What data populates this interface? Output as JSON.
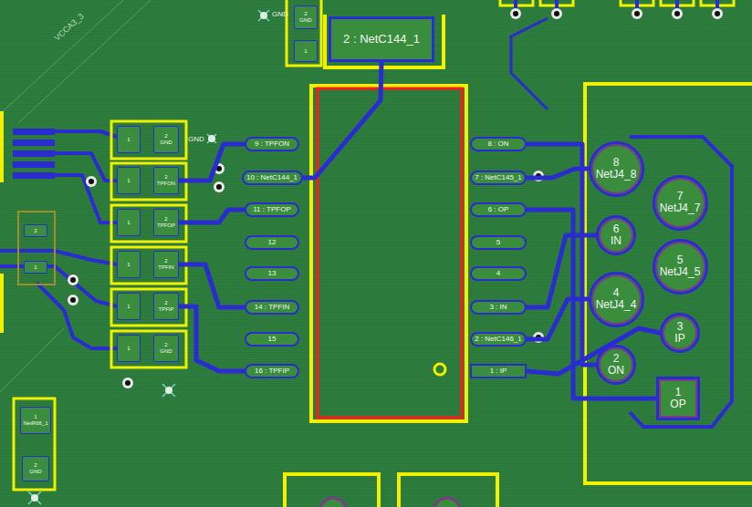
{
  "diagram": {
    "nodes": [
      {
        "text": [
          "2",
          "GND"
        ]
      },
      {
        "text": [
          "1"
        ]
      },
      {
        "text": [
          "2 : NetC144_1"
        ]
      },
      {
        "text": [
          "1"
        ]
      },
      {
        "text": [
          "2",
          "GND"
        ]
      },
      {
        "text": [
          "1"
        ]
      },
      {
        "text": [
          "2",
          "TPFON"
        ]
      },
      {
        "text": [
          "1"
        ]
      },
      {
        "text": [
          "2",
          "TPFOP"
        ]
      },
      {
        "text": [
          "1"
        ]
      },
      {
        "text": [
          "2",
          "TPFIN"
        ]
      },
      {
        "text": [
          "1"
        ]
      },
      {
        "text": [
          "2",
          "TPFIP"
        ]
      },
      {
        "text": [
          "1"
        ]
      },
      {
        "text": [
          "2",
          "GND"
        ]
      },
      {
        "text": [
          "2"
        ]
      },
      {
        "text": [
          "1"
        ]
      },
      {
        "text": [
          "9 : TPFON"
        ]
      },
      {
        "text": [
          "10 : NetC144_1"
        ]
      },
      {
        "text": [
          "11 : TPFOP"
        ]
      },
      {
        "text": [
          "12"
        ]
      },
      {
        "text": [
          "13"
        ]
      },
      {
        "text": [
          "14 : TPFIN"
        ]
      },
      {
        "text": [
          "15"
        ]
      },
      {
        "text": [
          "16 : TPFIP"
        ]
      },
      {
        "text": [
          "8 : ON"
        ]
      },
      {
        "text": [
          "7 : NetC145_1"
        ]
      },
      {
        "text": [
          "6 : OP"
        ]
      },
      {
        "text": [
          "5"
        ]
      },
      {
        "text": [
          "4"
        ]
      },
      {
        "text": [
          "3 : IN"
        ]
      },
      {
        "text": [
          "2 : NetC146_1"
        ]
      },
      {
        "text": [
          "1 : IP"
        ]
      },
      {
        "text": [
          "8",
          "NetJ4_8"
        ]
      },
      {
        "text": [
          "7",
          "NetJ4_7"
        ]
      },
      {
        "text": [
          "6",
          "IN"
        ]
      },
      {
        "text": [
          "5",
          "NetJ4_5"
        ]
      },
      {
        "text": [
          "4",
          "NetJ4_4"
        ]
      },
      {
        "text": [
          "3",
          "IP"
        ]
      },
      {
        "text": [
          "2",
          "ON"
        ]
      },
      {
        "text": [
          "1",
          "OP"
        ]
      },
      {
        "text": [
          "1",
          "NetR66_1"
        ]
      },
      {
        "text": [
          "2",
          "GND"
        ]
      }
    ],
    "edges": [
      {
        "from": 18,
        "to": 2,
        "arrow": "none"
      },
      {
        "from": 6,
        "to": 17,
        "arrow": "none"
      },
      {
        "from": 8,
        "to": 19,
        "arrow": "none"
      },
      {
        "from": 10,
        "to": 22,
        "arrow": "none"
      },
      {
        "from": 12,
        "to": 24,
        "arrow": "none"
      },
      {
        "from": 25,
        "to": 39,
        "arrow": "none"
      },
      {
        "from": 26,
        "to": 33,
        "arrow": "none"
      },
      {
        "from": 27,
        "to": 40,
        "arrow": "none"
      },
      {
        "from": 30,
        "to": 35,
        "arrow": "none"
      },
      {
        "from": 31,
        "to": 37,
        "arrow": "none"
      },
      {
        "from": 32,
        "to": 38,
        "arrow": "none"
      }
    ],
    "labels": [
      "VCCA3_3",
      "GND",
      "GND"
    ]
  }
}
